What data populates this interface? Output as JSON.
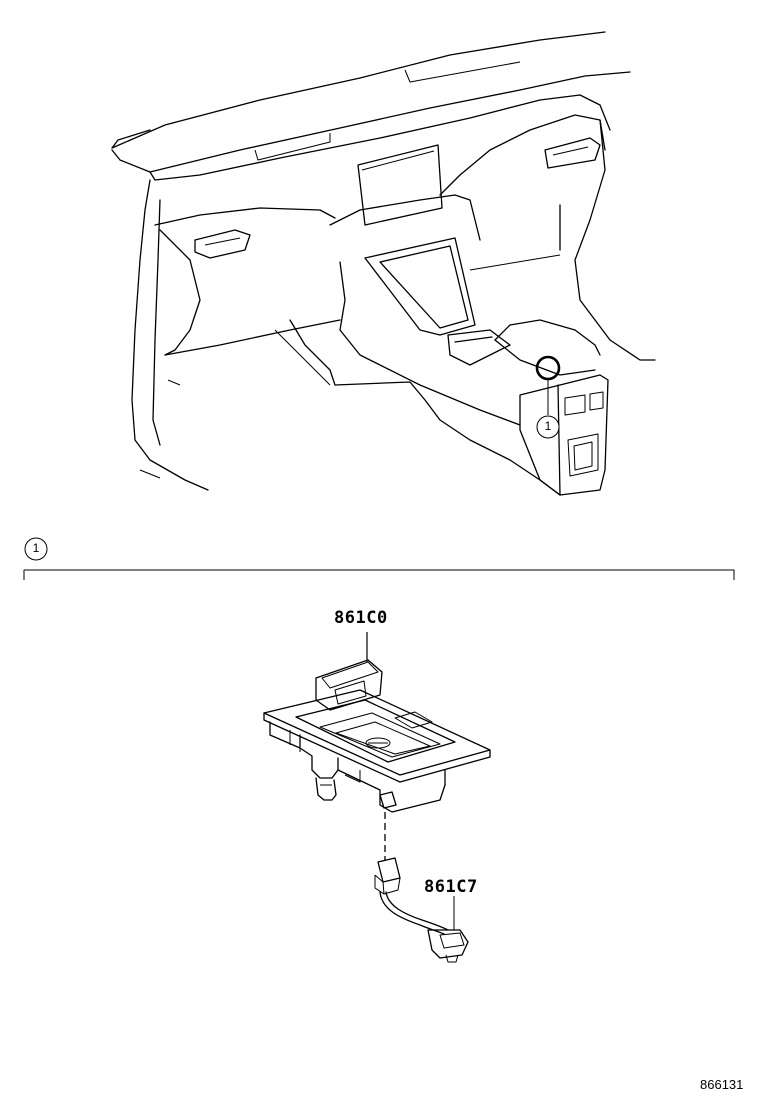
{
  "callouts": {
    "upper_index": "1",
    "section_index": "1"
  },
  "parts": {
    "wireless_charger": "861C0",
    "wire_harness": "861C7"
  },
  "diagram_number": "866131"
}
